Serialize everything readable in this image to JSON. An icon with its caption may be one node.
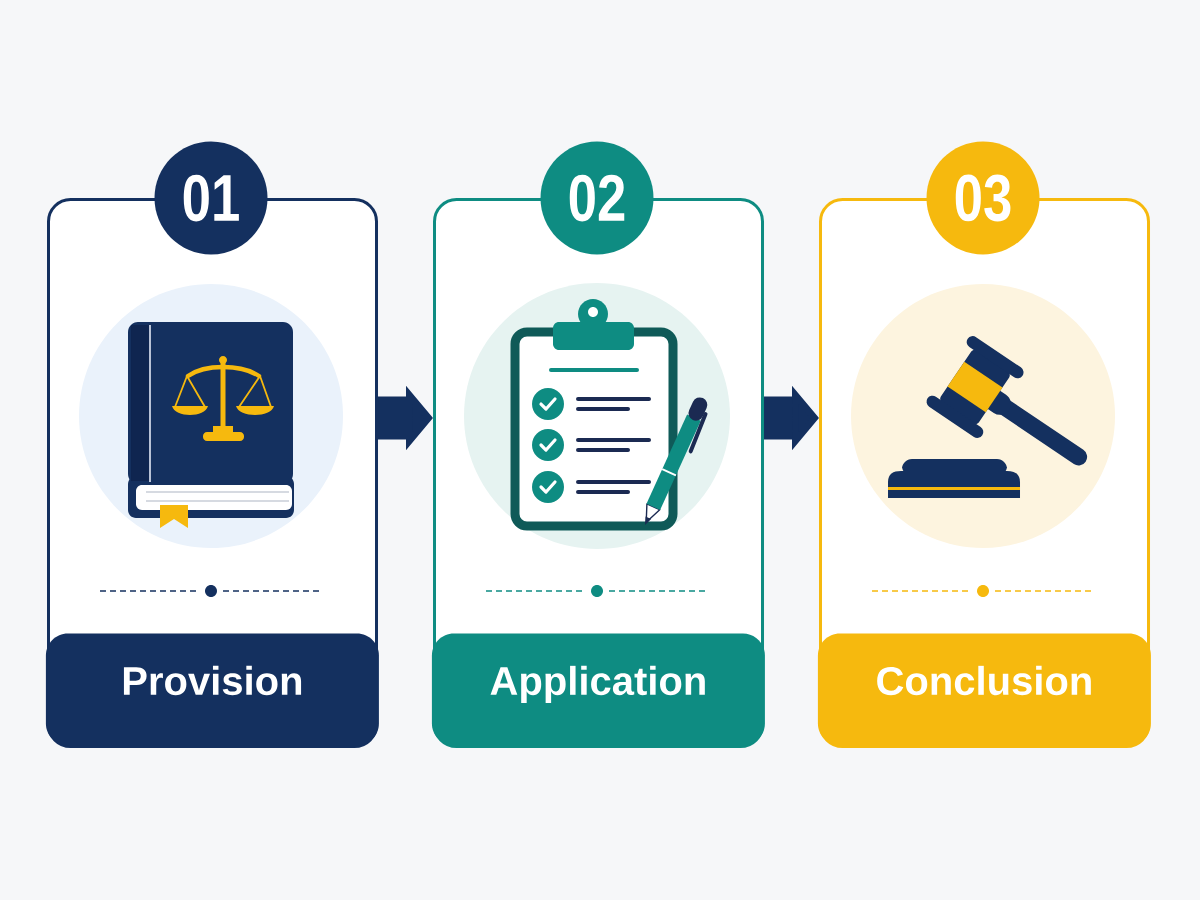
{
  "diagram": {
    "nodes": [
      {
        "text": [
          "01",
          "Provision"
        ]
      },
      {
        "text": [
          "02",
          "Application"
        ]
      },
      {
        "text": [
          "03",
          "Conclusion"
        ]
      }
    ],
    "edges": [
      {
        "from": 0,
        "to": 1,
        "arrow": "to"
      },
      {
        "from": 1,
        "to": 2,
        "arrow": "to"
      }
    ]
  }
}
